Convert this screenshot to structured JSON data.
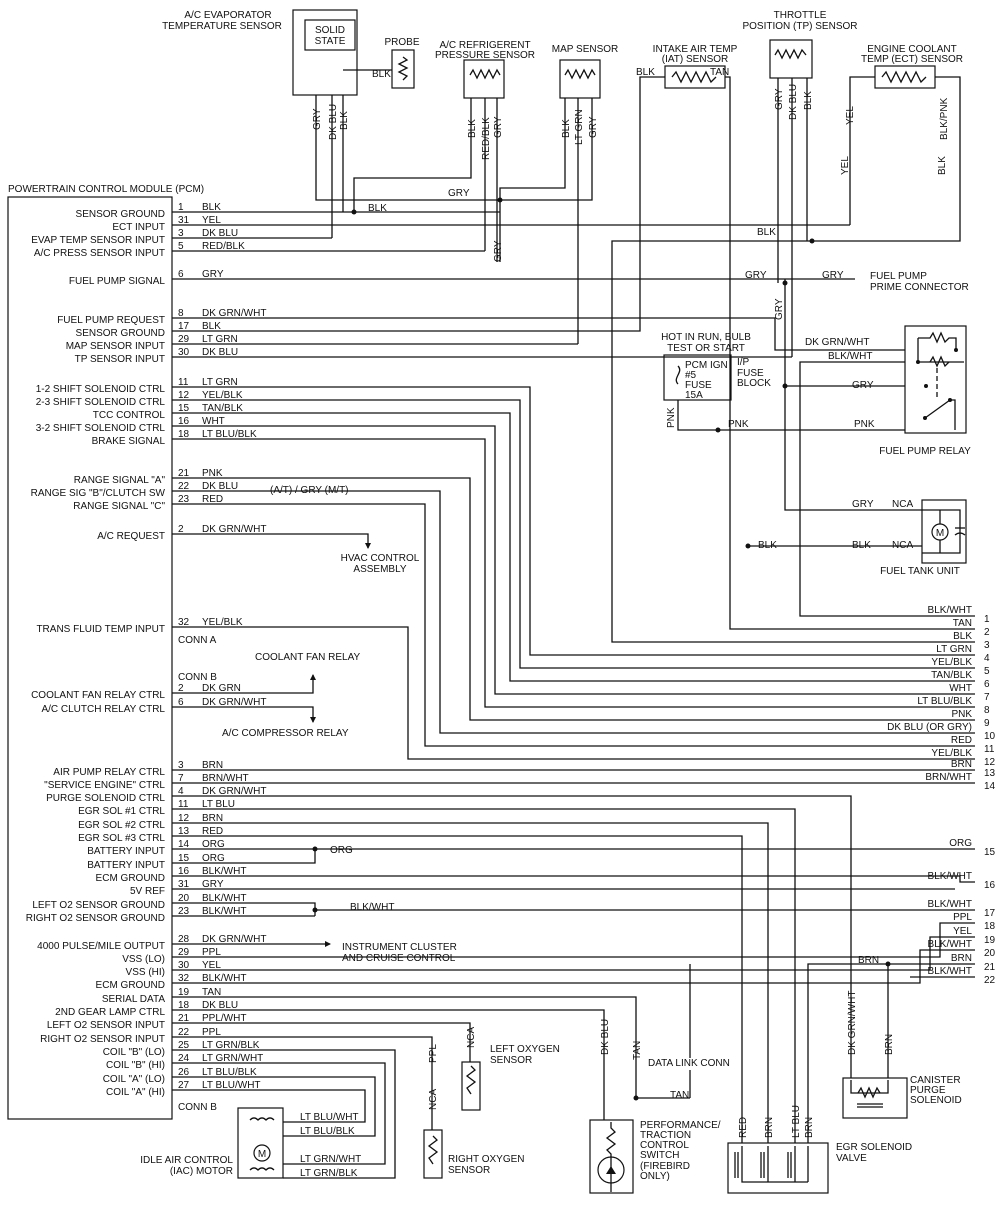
{
  "pcm_title": "POWERTRAIN CONTROL MODULE (PCM)",
  "pcm_pins": [
    {
      "label": "SENSOR GROUND",
      "pin": "1",
      "wire": "BLK"
    },
    {
      "label": "ECT INPUT",
      "pin": "31",
      "wire": "YEL"
    },
    {
      "label": "EVAP TEMP SENSOR INPUT",
      "pin": "3",
      "wire": "DK BLU"
    },
    {
      "label": "A/C PRESS SENSOR INPUT",
      "pin": "5",
      "wire": "RED/BLK"
    },
    {
      "label": "FUEL PUMP SIGNAL",
      "pin": "6",
      "wire": "GRY"
    },
    {
      "label": "FUEL PUMP REQUEST",
      "pin": "8",
      "wire": "DK GRN/WHT"
    },
    {
      "label": "SENSOR GROUND",
      "pin": "17",
      "wire": "BLK"
    },
    {
      "label": "MAP SENSOR INPUT",
      "pin": "29",
      "wire": "LT GRN"
    },
    {
      "label": "TP SENSOR INPUT",
      "pin": "30",
      "wire": "DK BLU"
    },
    {
      "label": "1-2 SHIFT SOLENOID CTRL",
      "pin": "11",
      "wire": "LT GRN"
    },
    {
      "label": "2-3 SHIFT SOLENOID CTRL",
      "pin": "12",
      "wire": "YEL/BLK"
    },
    {
      "label": "TCC CONTROL",
      "pin": "15",
      "wire": "TAN/BLK"
    },
    {
      "label": "3-2 SHIFT SOLENOID CTRL",
      "pin": "16",
      "wire": "WHT"
    },
    {
      "label": "BRAKE SIGNAL",
      "pin": "18",
      "wire": "LT BLU/BLK"
    },
    {
      "label": "RANGE SIGNAL \"A\"",
      "pin": "21",
      "wire": "PNK"
    },
    {
      "label": "RANGE SIG \"B\"/CLUTCH SW",
      "pin": "22",
      "wire": "DK BLU"
    },
    {
      "label": "RANGE SIGNAL \"C\"",
      "pin": "23",
      "wire": "RED"
    },
    {
      "label": "A/C REQUEST",
      "pin": "2",
      "wire": "DK GRN/WHT"
    },
    {
      "label": "TRANS FLUID TEMP INPUT",
      "pin": "32",
      "wire": "YEL/BLK"
    },
    {
      "label": "COOLANT FAN RELAY CTRL",
      "pin": "2",
      "wire": "DK GRN"
    },
    {
      "label": "A/C CLUTCH RELAY CTRL",
      "pin": "6",
      "wire": "DK GRN/WHT"
    },
    {
      "label": "AIR PUMP RELAY CTRL",
      "pin": "3",
      "wire": "BRN"
    },
    {
      "label": "\"SERVICE ENGINE\" CTRL",
      "pin": "7",
      "wire": "BRN/WHT"
    },
    {
      "label": "PURGE SOLENOID CTRL",
      "pin": "4",
      "wire": "DK GRN/WHT"
    },
    {
      "label": "EGR SOL #1 CTRL",
      "pin": "11",
      "wire": "LT BLU"
    },
    {
      "label": "EGR SOL #2 CTRL",
      "pin": "12",
      "wire": "BRN"
    },
    {
      "label": "EGR SOL #3 CTRL",
      "pin": "13",
      "wire": "RED"
    },
    {
      "label": "BATTERY INPUT",
      "pin": "14",
      "wire": "ORG"
    },
    {
      "label": "BATTERY INPUT",
      "pin": "15",
      "wire": "ORG"
    },
    {
      "label": "ECM GROUND",
      "pin": "16",
      "wire": "BLK/WHT"
    },
    {
      "label": "5V REF",
      "pin": "31",
      "wire": "GRY"
    },
    {
      "label": "LEFT O2 SENSOR GROUND",
      "pin": "20",
      "wire": "BLK/WHT"
    },
    {
      "label": "RIGHT O2 SENSOR GROUND",
      "pin": "23",
      "wire": "BLK/WHT"
    },
    {
      "label": "4000 PULSE/MILE OUTPUT",
      "pin": "28",
      "wire": "DK GRN/WHT"
    },
    {
      "label": "VSS (LO)",
      "pin": "29",
      "wire": "PPL"
    },
    {
      "label": "VSS (HI)",
      "pin": "30",
      "wire": "YEL"
    },
    {
      "label": "ECM GROUND",
      "pin": "32",
      "wire": "BLK/WHT"
    },
    {
      "label": "SERIAL DATA",
      "pin": "19",
      "wire": "TAN"
    },
    {
      "label": "2ND GEAR LAMP CTRL",
      "pin": "18",
      "wire": "DK BLU"
    },
    {
      "label": "LEFT O2 SENSOR INPUT",
      "pin": "21",
      "wire": "PPL/WHT"
    },
    {
      "label": "RIGHT O2 SENSOR INPUT",
      "pin": "22",
      "wire": "PPL"
    },
    {
      "label": "COIL \"B\" (LO)",
      "pin": "25",
      "wire": "LT GRN/BLK"
    },
    {
      "label": "COIL \"B\" (HI)",
      "pin": "24",
      "wire": "LT GRN/WHT"
    },
    {
      "label": "COIL \"A\" (LO)",
      "pin": "26",
      "wire": "LT BLU/BLK"
    },
    {
      "label": "COIL \"A\" (HI)",
      "pin": "27",
      "wire": "LT BLU/WHT"
    }
  ],
  "connectors": {
    "conn_a": "CONN A",
    "conn_b_top": "CONN B",
    "conn_b_bottom": "CONN B"
  },
  "components": {
    "evap": [
      "A/C EVAPORATOR",
      "TEMPERATURE SENSOR"
    ],
    "solid_state": [
      "SOLID",
      "STATE"
    ],
    "probe": "PROBE",
    "refrig": [
      "A/C REFRIGERENT",
      "PRESSURE SENSOR"
    ],
    "map": "MAP SENSOR",
    "iat": [
      "INTAKE AIR TEMP",
      "(IAT) SENSOR"
    ],
    "tp": [
      "THROTTLE",
      "POSITION (TP) SENSOR"
    ],
    "ect": [
      "ENGINE COOLANT",
      "TEMP (ECT) SENSOR"
    ],
    "fuel_pump_prime": [
      "FUEL PUMP",
      "PRIME CONNECTOR"
    ],
    "hot_in_run": [
      "HOT IN RUN, BULB",
      "TEST OR START"
    ],
    "fuse": [
      "PCM IGN",
      "#5",
      "FUSE",
      "15A"
    ],
    "fuse_block": [
      "I/P",
      "FUSE",
      "BLOCK"
    ],
    "fuel_pump_relay": "FUEL PUMP RELAY",
    "fuel_tank_unit": "FUEL TANK UNIT",
    "hvac": [
      "HVAC CONTROL",
      "ASSEMBLY"
    ],
    "coolant_fan_relay": "COOLANT FAN RELAY",
    "ac_comp_relay": "A/C COMPRESSOR RELAY",
    "instrument": [
      "INSTRUMENT CLUSTER",
      "AND CRUISE CONTROL"
    ],
    "data_link": "DATA LINK CONN",
    "iac": [
      "IDLE AIR CONTROL",
      "(IAC) MOTOR"
    ],
    "right_o2": [
      "RIGHT OXYGEN",
      "SENSOR"
    ],
    "left_o2": [
      "LEFT OXYGEN",
      "SENSOR"
    ],
    "perf": [
      "PERFORMANCE/",
      "TRACTION",
      "CONTROL",
      "SWITCH",
      "(FIREBIRD",
      "ONLY)"
    ],
    "egr": [
      "EGR SOLENOID",
      "VALVE"
    ],
    "canister": [
      "CANISTER",
      "PURGE",
      "SOLENOID"
    ],
    "motor": "M"
  },
  "wire_labels": [
    "GRY",
    "DK BLU",
    "BLK",
    "BLK",
    "BLK",
    "RED/BLK",
    "GRY",
    "BLK",
    "LT GRN",
    "GRY",
    "BLK",
    "TAN",
    "GRY",
    "DK BLU",
    "BLK",
    "YEL",
    "YEL",
    "BLK/PNK",
    "BLK",
    "GRY",
    "BLK",
    "GRY",
    "BLK",
    "GRY",
    "GRY",
    "GRY",
    "DK GRN/WHT",
    "BLK/WHT",
    "GRY",
    "PNK",
    "PNK",
    "PNK",
    "GRY",
    "NCA",
    "BLK",
    "NCA",
    "BLK",
    "(A/T) /  GRY   (M/T)",
    "ORG",
    "BLK/WHT",
    "BRN",
    "DK GRN/WHT",
    "BRN",
    "DK BLU",
    "TAN",
    "TAN",
    "RED",
    "BRN",
    "LT BLU",
    "BRN",
    "NCA",
    "PPL",
    "NCA",
    "LT BLU/WHT",
    "LT BLU/BLK",
    "LT GRN/WHT",
    "LT GRN/BLK"
  ],
  "harness": [
    {
      "n": "1",
      "wire": "BLK/WHT"
    },
    {
      "n": "2",
      "wire": "TAN"
    },
    {
      "n": "3",
      "wire": "BLK"
    },
    {
      "n": "4",
      "wire": "LT GRN"
    },
    {
      "n": "5",
      "wire": "YEL/BLK"
    },
    {
      "n": "6",
      "wire": "TAN/BLK"
    },
    {
      "n": "7",
      "wire": "WHT"
    },
    {
      "n": "8",
      "wire": "LT BLU/BLK"
    },
    {
      "n": "9",
      "wire": "PNK"
    },
    {
      "n": "10",
      "wire": "DK BLU (OR GRY)"
    },
    {
      "n": "11",
      "wire": "RED"
    },
    {
      "n": "12",
      "wire": "YEL/BLK"
    },
    {
      "n": "13",
      "wire": "BRN"
    },
    {
      "n": "14",
      "wire": "BRN/WHT"
    },
    {
      "n": "15",
      "wire": "ORG"
    },
    {
      "n": "16",
      "wire": "BLK/WHT"
    },
    {
      "n": "17",
      "wire": "BLK/WHT"
    },
    {
      "n": "18",
      "wire": "PPL"
    },
    {
      "n": "19",
      "wire": "YEL"
    },
    {
      "n": "20",
      "wire": "BLK/WHT"
    },
    {
      "n": "21",
      "wire": "BRN"
    },
    {
      "n": "22",
      "wire": "BLK/WHT"
    }
  ]
}
